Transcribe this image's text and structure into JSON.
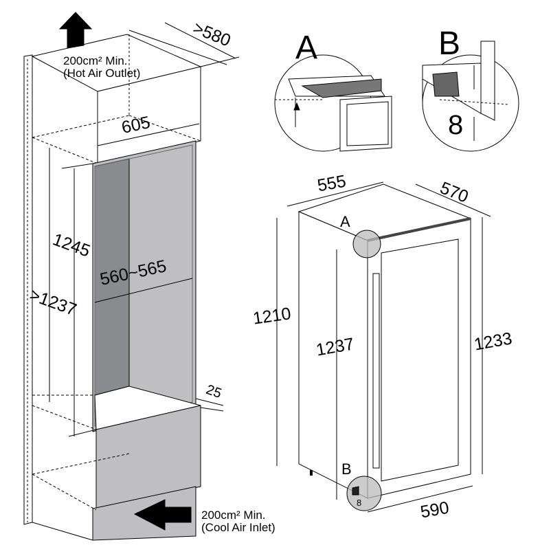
{
  "top_vent": {
    "line1": "200cm² Min.",
    "line2": "(Hot Air Outlet)"
  },
  "bottom_vent": {
    "line1": "200cm² Min.",
    "line2": "(Cool Air Inlet)"
  },
  "cabinet_dimensions": {
    "depth": ">580",
    "width": "605",
    "niche_height": "1245",
    "total_height": ">1237",
    "niche_width": "560~565",
    "side_gap": "25"
  },
  "appliance_dimensions": {
    "width": "555",
    "depth": "570",
    "body_height": "1210",
    "height_with_door": "1237",
    "height_front": "1233",
    "depth_with_door": "590",
    "foot_gap": "8"
  },
  "details": {
    "a_label": "A",
    "b_label": "B",
    "b_gap": "8",
    "marker_a": "A",
    "marker_b": "B"
  },
  "colors": {
    "dark_gray": "#8a8b8e",
    "light_gray": "#bfbfc1",
    "line": "#000000"
  }
}
